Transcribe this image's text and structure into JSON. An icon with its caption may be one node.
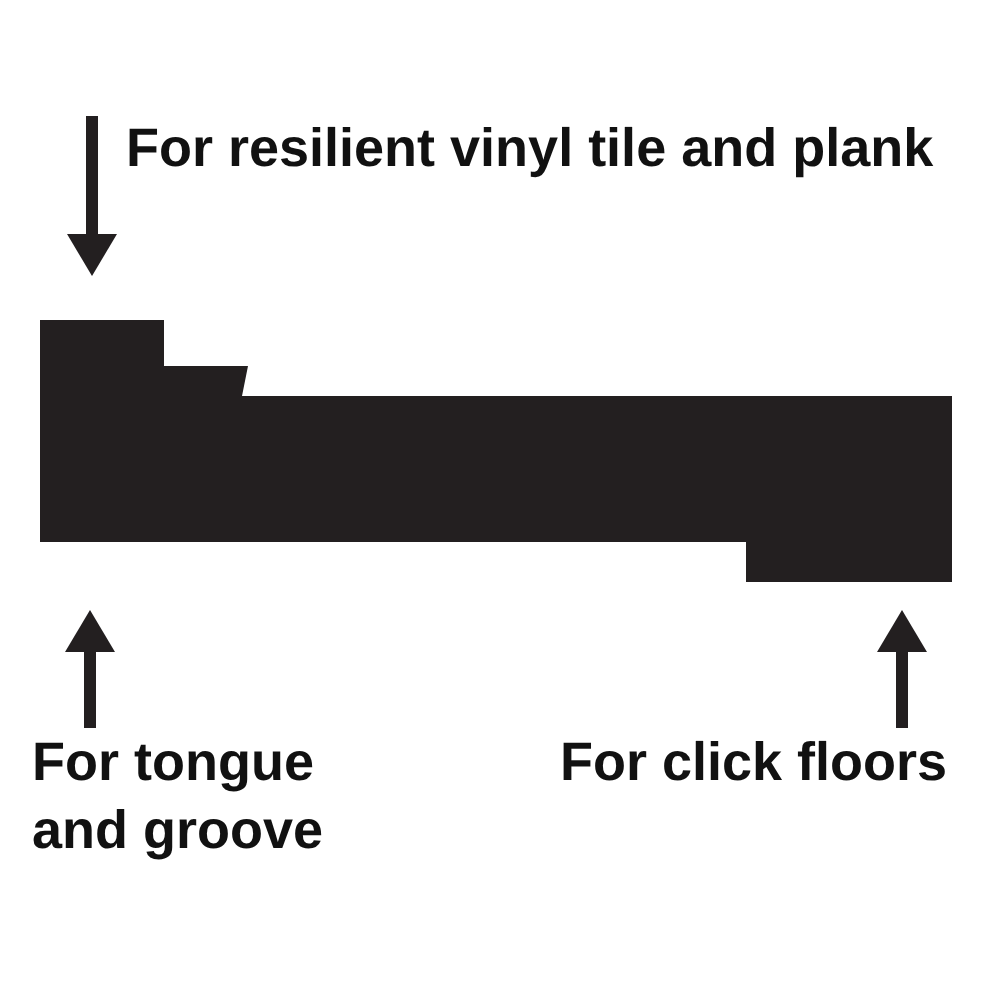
{
  "diagram": {
    "nodes": [
      {
        "text": [
          "For resilient vinyl tile and plank"
        ]
      },
      {
        "text": [],
        "shape": "picture"
      },
      {
        "text": [
          "For tongue and groove"
        ]
      },
      {
        "text": [
          "For click floors"
        ]
      }
    ],
    "edges": [
      {
        "from": 0,
        "to": 1,
        "arrow": "to"
      },
      {
        "from": 2,
        "to": 1,
        "arrow": "to"
      },
      {
        "from": 3,
        "to": 1,
        "arrow": "to"
      }
    ]
  }
}
